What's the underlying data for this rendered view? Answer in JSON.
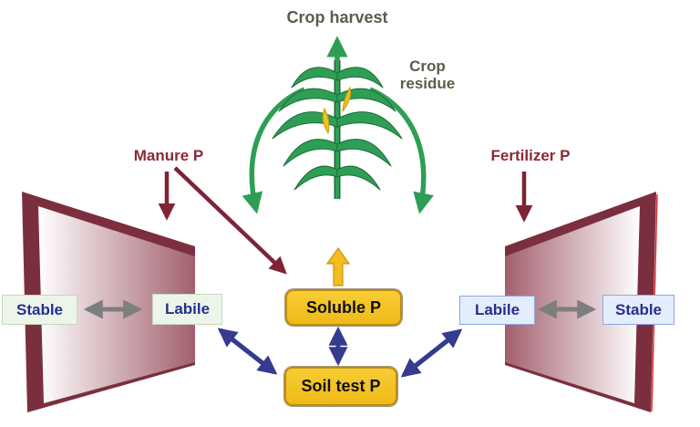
{
  "labels": {
    "crop_harvest": "Crop harvest",
    "crop_residue": "Crop residue",
    "manure_p": "Manure P",
    "fertilizer_p": "Fertilizer P"
  },
  "pools": {
    "soluble_p": "Soluble P",
    "soil_test_p": "Soil test P",
    "left_pool": {
      "stable": "Stable",
      "labile": "Labile"
    },
    "right_pool": {
      "labile": "Labile",
      "stable": "Stable"
    }
  },
  "arrows": [
    {
      "from": "soluble_p",
      "to": "crop_harvest",
      "color": "green",
      "heads": 1
    },
    {
      "from": "crop_residue",
      "to": "soil_left",
      "color": "green",
      "heads": 1
    },
    {
      "from": "crop_residue",
      "to": "soil_right",
      "color": "green",
      "heads": 1
    },
    {
      "from": "soluble_p",
      "to": "crop_uptake",
      "color": "yellow",
      "heads": 1
    },
    {
      "from": "manure_p",
      "to": "left_soil_pool",
      "color": "maroon",
      "heads": 1
    },
    {
      "from": "manure_p",
      "to": "soluble_p",
      "color": "maroon",
      "heads": 1
    },
    {
      "from": "fertilizer_p",
      "to": "right_soil_pool",
      "color": "maroon",
      "heads": 1
    },
    {
      "from": "left_stable",
      "to": "left_labile",
      "color": "gray",
      "heads": 2
    },
    {
      "from": "right_labile",
      "to": "right_stable",
      "color": "gray",
      "heads": 2
    },
    {
      "from": "soluble_p",
      "to": "soil_test_p",
      "color": "blue",
      "heads": 2
    },
    {
      "from": "left_labile",
      "to": "soil_test_p",
      "color": "blue",
      "heads": 2
    },
    {
      "from": "right_labile",
      "to": "soil_test_p",
      "color": "blue",
      "heads": 2
    }
  ],
  "colors": {
    "maroon_arrow": "#7d2437",
    "maroon_text": "#8c2838",
    "trapezoid_edge": "#7b2f3e",
    "trapezoid_face_dark": "#a2606e",
    "green_arrow": "#2f9e55",
    "olive_text": "#585e4e",
    "blue_arrow": "#343b90",
    "gray_arrow": "#7e7e7e",
    "yellow_box": "#f3c322",
    "yellow_arrow": "#f4bc20",
    "navy_text": "#262f8e",
    "pale_green_box": "#edf5ea",
    "pale_blue_box": "#e3edfb",
    "ear_yellow": "#f0c01e"
  }
}
